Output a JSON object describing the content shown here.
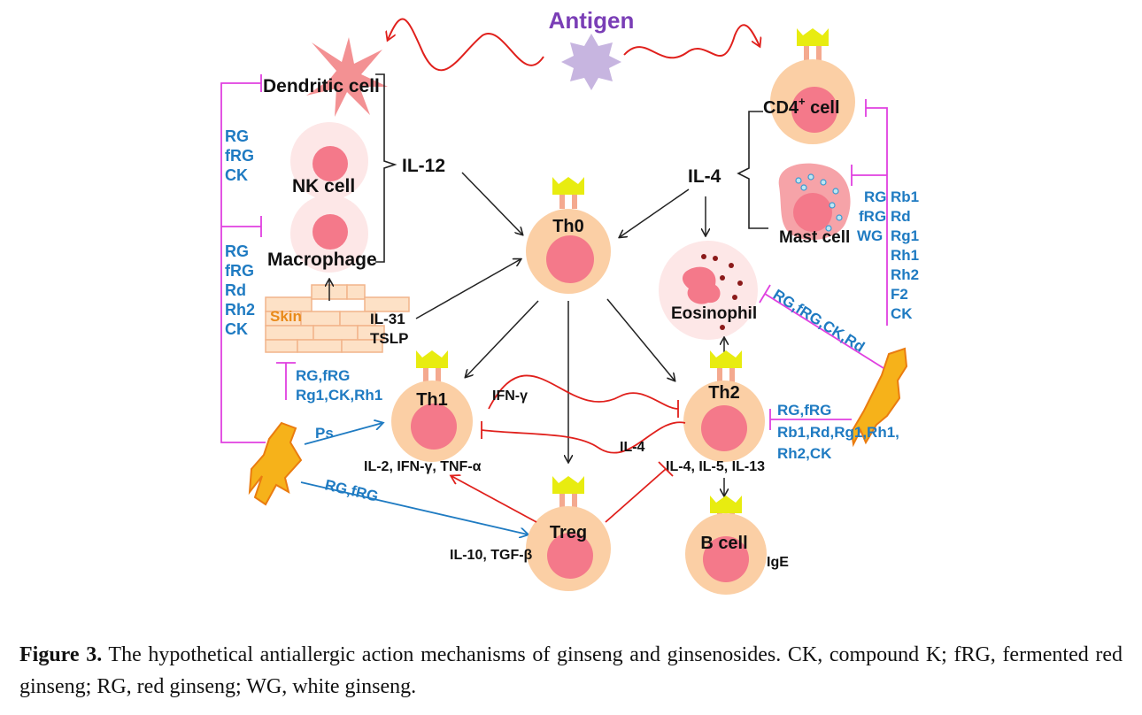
{
  "antigen": "Antigen",
  "cells": {
    "dendritic": "Dendritic cell",
    "nk": "NK cell",
    "macrophage": "Macrophage",
    "skin": "Skin",
    "th0": "Th0",
    "cd4": "CD4",
    "cd4_sup": "+",
    "cd4_suffix": " cell",
    "mast": "Mast cell",
    "eosinophil": "Eosinophil",
    "th1": "Th1",
    "th2": "Th2",
    "treg": "Treg",
    "bcell": "B cell"
  },
  "cytokines": {
    "il12": "IL-12",
    "il4_top": "IL-4",
    "il31": "IL-31",
    "tslp": "TSLP",
    "ifng": "IFN-γ",
    "il4_mid": "IL-4",
    "th1_out": "IL-2, IFN-γ, TNF-α",
    "th2_out": "IL-4, IL-5, IL-13",
    "treg_out": "IL-10, TGF-β",
    "ige": "IgE"
  },
  "inhibitors": {
    "left_top": [
      "RG",
      "fRG",
      "CK"
    ],
    "left_mid": [
      "RG",
      "fRG",
      "Rd",
      "Rh2",
      "CK"
    ],
    "skin": [
      "RG,fRG",
      "Rg1,CK,Rh1"
    ],
    "mast_col1": [
      "RG",
      "fRG",
      "WG"
    ],
    "mast_col2": [
      "Rb1",
      "Rd",
      "Rg1",
      "Rh1",
      "Rh2",
      "F2",
      "CK"
    ],
    "eosinophil": "RG,fRG,CK,Rd",
    "th2": [
      "RG,fRG",
      "Rb1,Rd,Rg1,Rh1,",
      "Rh2,CK"
    ],
    "ps": "Ps",
    "treg": "RG,fRG"
  },
  "caption": {
    "label": "Figure 3.",
    "text": " The hypothetical antiallergic action mechanisms of ginseng and ginsenosides. CK, compound K; fRG, fermented red ginseng; RG, red ginseng; WG, white ginseng."
  },
  "colors": {
    "inhibition": "#e040e0",
    "suppression": "#e0201c",
    "promotion": "#1f7bc2",
    "antigen": "#7a3eb6",
    "cell_outer": "#fbcfa5",
    "cell_inner": "#f4798a",
    "receptor": "#e8ec10"
  }
}
